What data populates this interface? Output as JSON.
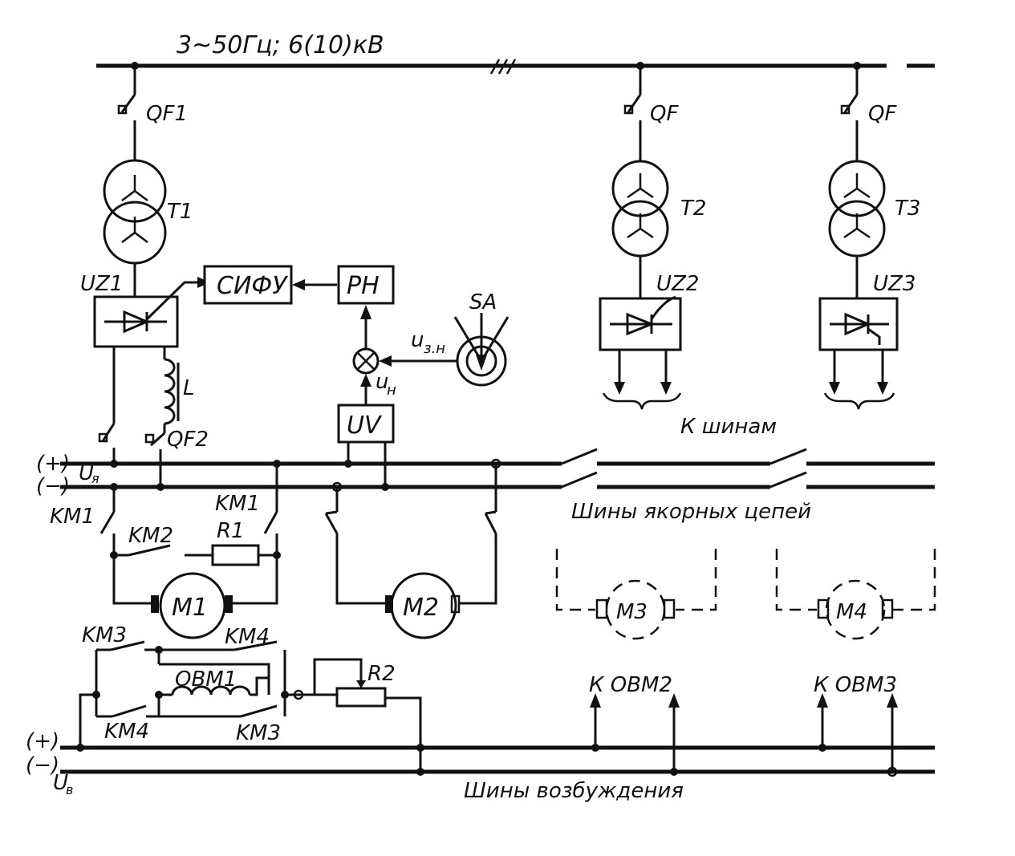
{
  "title": "3~50Гц; 6(10)кВ",
  "labels": {
    "qf1": "QF1",
    "qf_2": "QF",
    "qf_3": "QF",
    "t1": "T1",
    "t2": "T2",
    "t3": "T3",
    "uz1": "UZ1",
    "uz2": "UZ2",
    "uz3": "UZ3",
    "l": "L",
    "sifu": "СИФУ",
    "ph": "PH",
    "sa": "SA",
    "uzn": "u",
    "uzn_sub": "з.н",
    "un": "u",
    "un_sub": "н",
    "uv": "UV",
    "qf2": "QF2",
    "plus1": "(+)",
    "minus1": "(−)",
    "ua": "U",
    "ua_sub": "я",
    "km1_left": "KM1",
    "km1_right": "KM1",
    "km2": "KM2",
    "r1": "R1",
    "m1": "M1",
    "m2": "M2",
    "m3": "M3",
    "m4": "M4",
    "k_shinam": "К шинам",
    "armature_bus": "Шины якорных цепей",
    "km3_top": "KM3",
    "km4_top": "KM4",
    "km4_bottom": "KM4",
    "km3_bottom": "KM3",
    "ovm1": "ОВМ1",
    "r2": "R2",
    "k_ovm2": "К ОВМ2",
    "k_ovm3": "К ОВМ3",
    "plus2": "(+)",
    "minus2": "(−)",
    "ub": "U",
    "ub_sub": "в",
    "excitation_bus": "Шины возбуждения"
  }
}
